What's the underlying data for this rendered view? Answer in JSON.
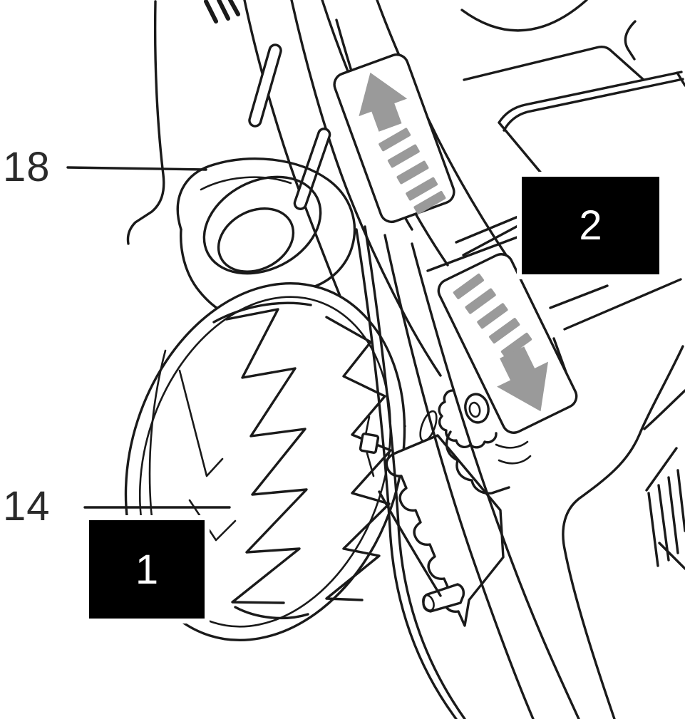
{
  "diagram": {
    "description": "Black-and-white line drawing of a lawn mower rear wheel, folding-handle knob and cutting-height adjuster with arrow stickers",
    "callouts": {
      "part18": {
        "label": "18"
      },
      "part14": {
        "label": "14"
      },
      "box1": {
        "label": "1"
      },
      "box2": {
        "label": "2"
      }
    },
    "icons": {
      "up_arrow": "arrow-up-with-dashes",
      "down_arrow": "arrow-down-with-dashes"
    },
    "colors": {
      "line": "#1a1a1a",
      "arrow_gray": "#9a9a9a",
      "box_background": "#000000",
      "box_text": "#ffffff",
      "label_text": "#2a2a2a",
      "background": "#ffffff"
    }
  }
}
